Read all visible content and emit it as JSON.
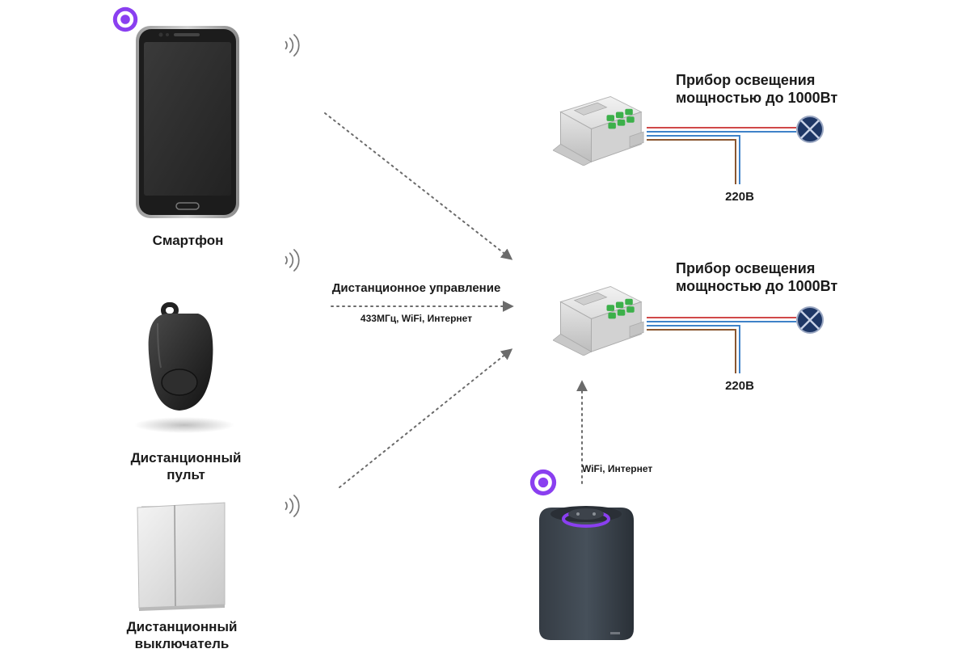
{
  "sources": {
    "smartphone_label": "Смартфон",
    "remote_label_line1": "Дистанционный",
    "remote_label_line2": "пульт",
    "switch_label_line1": "Дистанционный",
    "switch_label_line2": "выключатель"
  },
  "link": {
    "remote_control": "Дистанционное управление",
    "protocols": "433МГц, WiFi, Интернет",
    "speaker_link": "WiFi, Интернет"
  },
  "loads": [
    {
      "line1": "Прибор освещения",
      "line2": "мощностью до 1000Вт",
      "supply": "220В"
    },
    {
      "line1": "Прибор освещения",
      "line2": "мощностью до 1000Вт",
      "supply": "220В"
    }
  ],
  "icons": [
    "alice-assistant-icon",
    "wifi-signal-icon",
    "lamp-symbol-icon"
  ],
  "colors": {
    "alice_purple": "#8a3ff0",
    "wire_red": "#d04848",
    "wire_blue": "#3f82c8",
    "wire_brown": "#8a5630",
    "lamp_fill": "#1e3766"
  }
}
